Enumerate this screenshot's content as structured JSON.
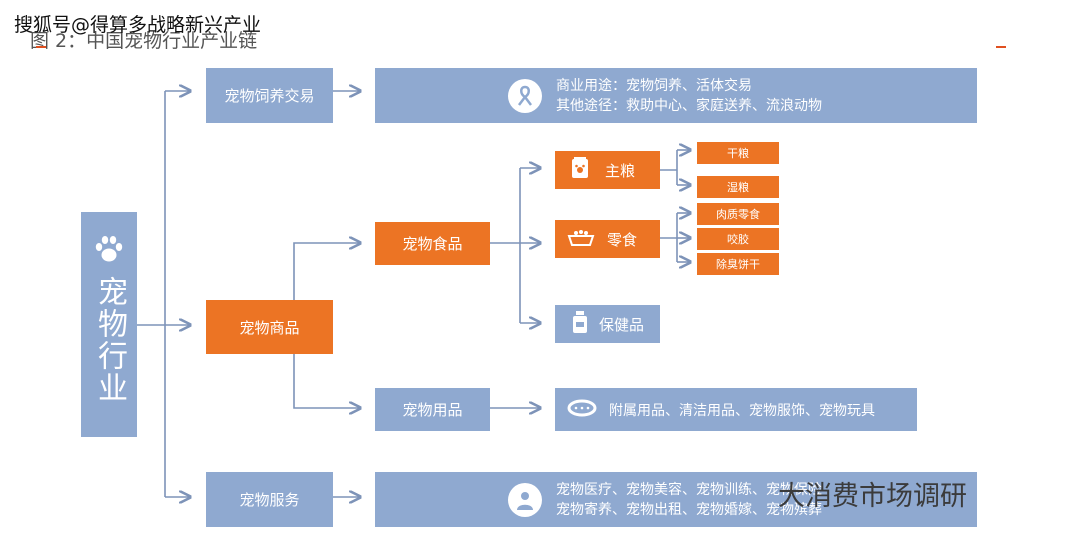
{
  "watermark_top": "搜狐号@得算多战略新兴产业",
  "figure_title": "图 2：中国宠物行业产业链",
  "root": {
    "label": "宠物行业"
  },
  "level1": {
    "trade": "宠物饲养交易",
    "goods": "宠物商品",
    "service": "宠物服务"
  },
  "trade_detail": {
    "line1": "商业用途：宠物饲养、活体交易",
    "line2": "其他途径：救助中心、家庭送养、流浪动物"
  },
  "goods": {
    "food": "宠物食品",
    "supplies": "宠物用品",
    "supplies_detail": "附属用品、清洁用品、宠物服饰、宠物玩具"
  },
  "food": {
    "staple": "主粮",
    "snack": "零食",
    "health": "保健品",
    "staple_items": [
      "干粮",
      "湿粮"
    ],
    "snack_items": [
      "肉质零食",
      "咬胶",
      "除臭饼干"
    ]
  },
  "service_detail": {
    "line1": "宠物医疗、宠物美容、宠物训练、宠物保险",
    "line2": "宠物寄养、宠物出租、宠物婚嫁、宠物殡葬"
  },
  "watermark_bottom": "大消费市场调研",
  "colors": {
    "blue": "#8fa9d0",
    "orange": "#ec7424",
    "arrow": "#7d93b8"
  }
}
